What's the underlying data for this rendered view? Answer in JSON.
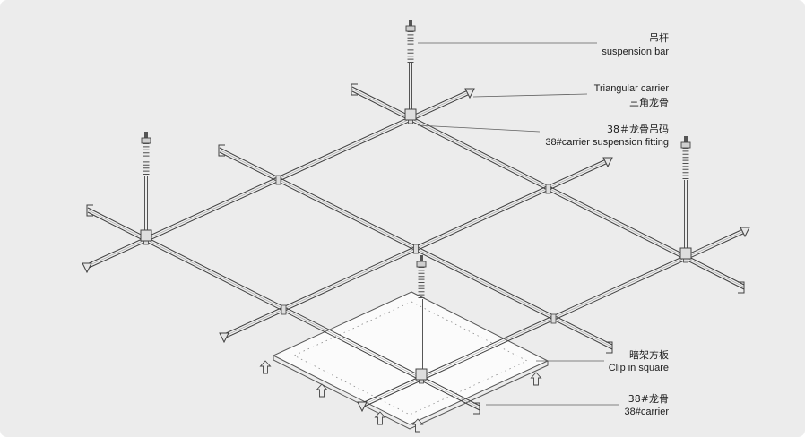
{
  "diagram_type": "suspended-ceiling-installation-diagram",
  "colors": {
    "background": "#ececec",
    "line": "#3f3f3f",
    "panel_fill": "#fbfbfb",
    "text": "#1c1c1c"
  },
  "labels": {
    "suspension_bar_zh": "吊杆",
    "suspension_bar_en": "suspension bar",
    "triangular_carrier_en": "Triangular carrier",
    "triangular_carrier_zh": "三角龙骨",
    "fitting_zh": "38＃龙骨吊码",
    "fitting_en": "38#carrier suspension fitting",
    "panel_zh": "暗架方板",
    "panel_en": "Clip in square",
    "carrier38_zh": "38#龙骨",
    "carrier38_en": "38#carrier"
  }
}
